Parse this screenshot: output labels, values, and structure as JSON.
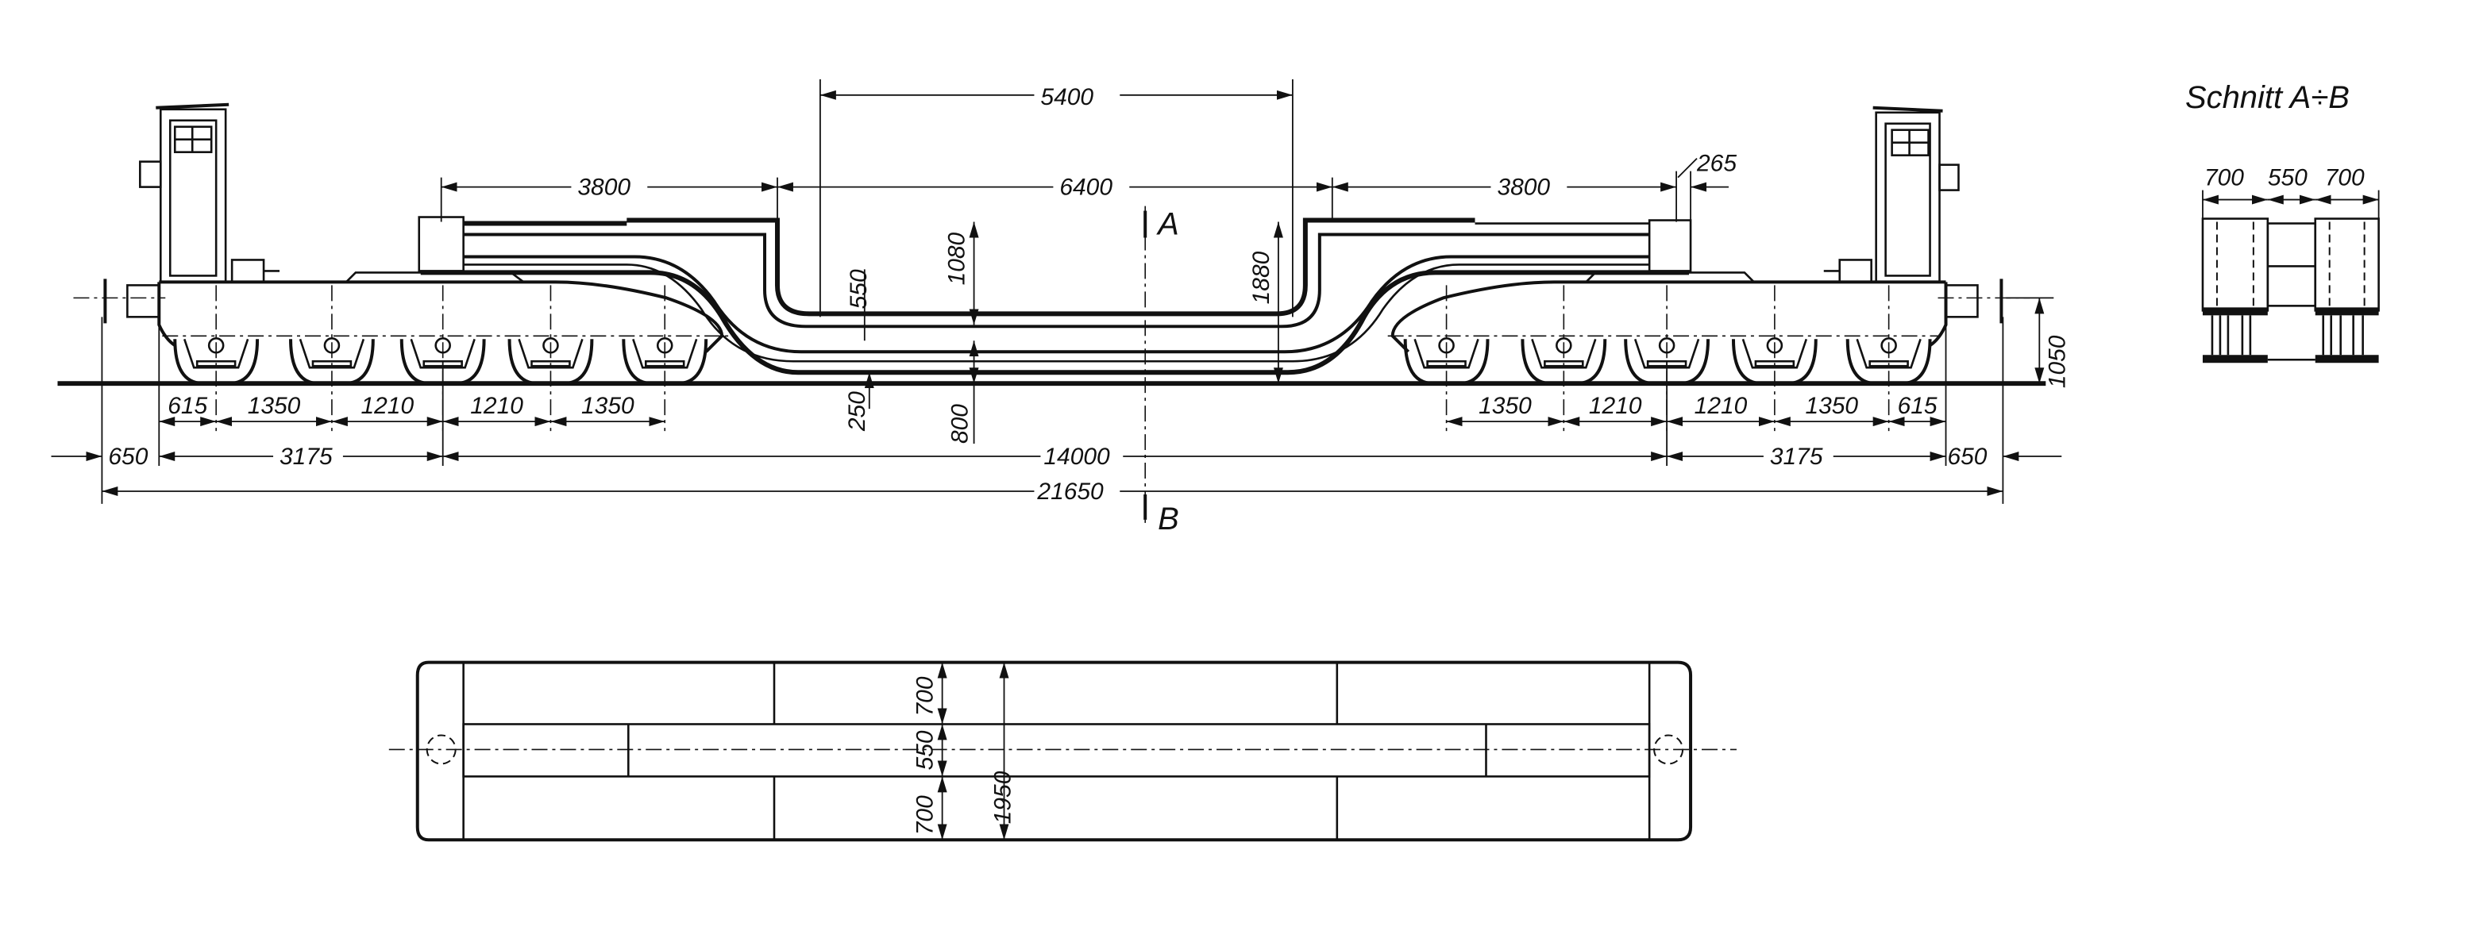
{
  "title": "Schnitt A÷B",
  "section_labels": {
    "a": "A",
    "b": "B"
  },
  "elevation": {
    "top": "5400",
    "upper": [
      "3800",
      "6400",
      "3800",
      "265"
    ],
    "heights": {
      "h550": "550",
      "h1080": "1080",
      "h1880": "1880",
      "h250": "250",
      "h800": "800",
      "h1050": "1050"
    },
    "wheel_left": [
      "615",
      "1350",
      "1210",
      "1210",
      "1350"
    ],
    "wheel_right": [
      "1350",
      "1210",
      "1210",
      "1350",
      "615"
    ],
    "overall": [
      "650",
      "3175",
      "14000",
      "3175",
      "650"
    ],
    "total": "21650"
  },
  "section": {
    "widths": [
      "700",
      "550",
      "700"
    ]
  },
  "plan": {
    "dims": [
      "700",
      "550",
      "700"
    ],
    "width": "1950"
  }
}
